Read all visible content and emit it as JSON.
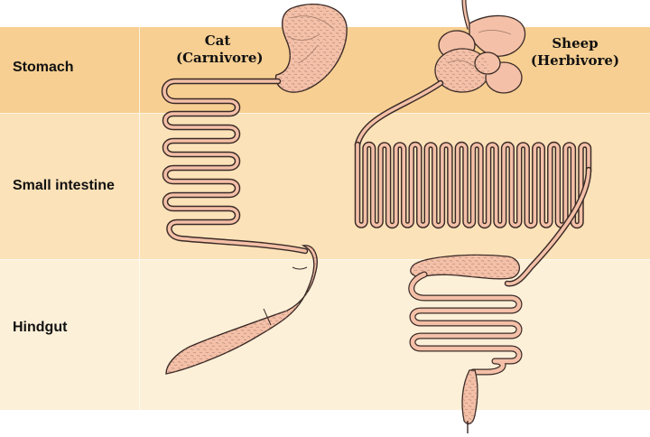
{
  "rows": {
    "stomach": "Stomach",
    "small_intestine": "Small intestine",
    "hindgut": "Hindgut"
  },
  "animals": {
    "cat": {
      "name": "Cat",
      "diet": "(Carnivore)"
    },
    "sheep": {
      "name": "Sheep",
      "diet": "(Herbivore)"
    }
  },
  "colors": {
    "stomach_band": "#f7cf92",
    "small_intestine_band": "#fbe2b8",
    "hindgut_band": "#fdf0d8",
    "organ_fill": "#f4c0a8",
    "organ_outline": "#3a2a26"
  }
}
